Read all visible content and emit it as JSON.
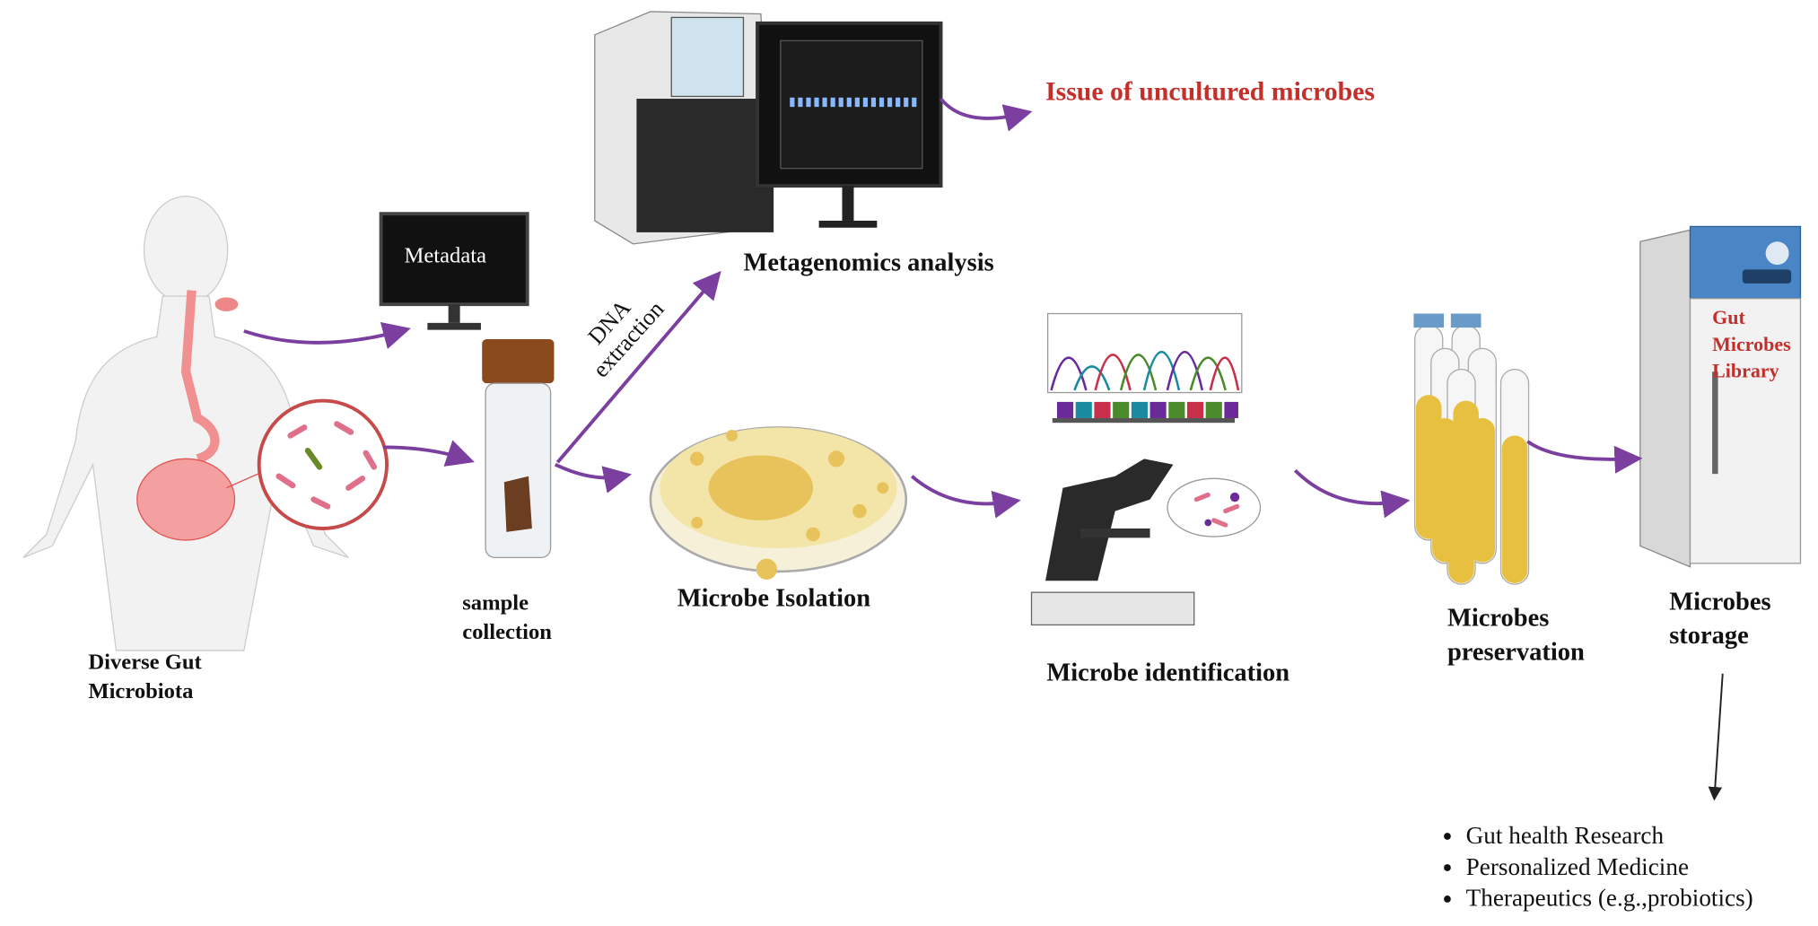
{
  "labels": {
    "issue": "Issue of uncultured microbes",
    "metagenomics": "Metagenomics analysis",
    "metadata": "Metadata",
    "dna_extraction_1": "DNA",
    "dna_extraction_2": "extraction",
    "sample_1": "sample",
    "sample_2": "collection",
    "gut_1": "Diverse Gut",
    "gut_2": "Microbiota",
    "isolation": "Microbe Isolation",
    "identification": "Microbe identification",
    "preservation_1": "Microbes",
    "preservation_2": "preservation",
    "storage_1": "Microbes",
    "storage_2": "storage",
    "library_1": "Gut",
    "library_2": "Microbes",
    "library_3": "Library"
  },
  "applications": [
    "Gut health Research",
    "Personalized Medicine",
    "Therapeutics (e.g.,probiotics)"
  ],
  "colors": {
    "arrow": "#7b3fa0",
    "highlight": "#c3302c",
    "freezer": "#4a86c5",
    "culture": "#e8c25a"
  }
}
